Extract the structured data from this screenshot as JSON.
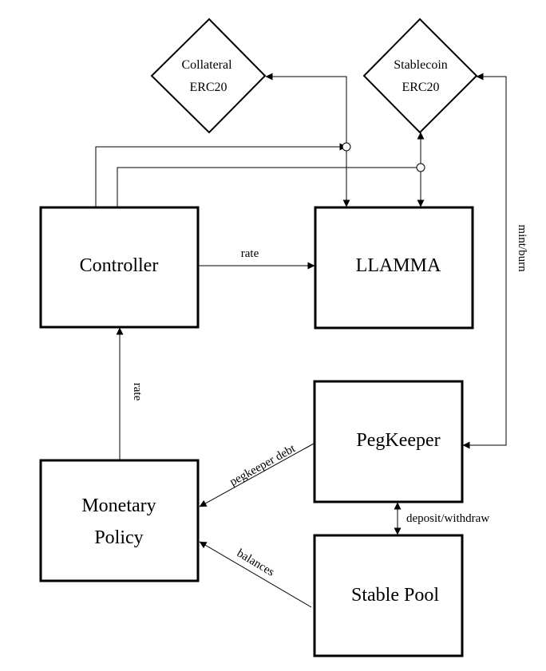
{
  "nodes": {
    "collateral": {
      "line1": "Collateral",
      "line2": "ERC20"
    },
    "stablecoin": {
      "line1": "Stablecoin",
      "line2": "ERC20"
    },
    "controller": {
      "label": "Controller"
    },
    "llamma": {
      "label": "LLAMMA"
    },
    "pegkeeper": {
      "label": "PegKeeper"
    },
    "monetary_policy": {
      "line1": "Monetary",
      "line2": "Policy"
    },
    "stable_pool": {
      "label": "Stable Pool"
    }
  },
  "edges": {
    "controller_to_llamma": "rate",
    "policy_to_controller": "rate",
    "stablecoin_mint_burn": "mint/burn",
    "pegkeeper_debt": "pegkeeper debt",
    "pool_balances": "balances",
    "pegkeeper_pool": "deposit/withdraw"
  },
  "colors": {
    "stroke": "#000000",
    "background": "#ffffff"
  }
}
